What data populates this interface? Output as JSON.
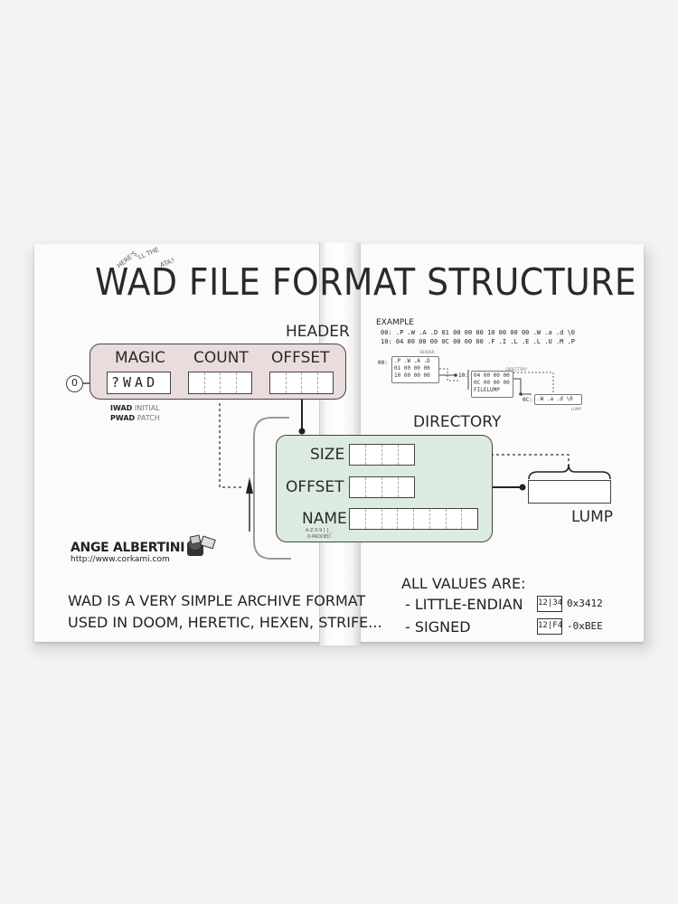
{
  "title": "WAD FILE FORMAT STRUCTURE",
  "title_note_top": "HERE'S",
  "title_note_mid": "'LL THE",
  "title_note_right": "ATA?",
  "header": {
    "label": "HEADER",
    "magic": "MAGIC",
    "count": "COUNT",
    "offset": "OFFSET",
    "magic_value": "?WAD",
    "zero_marker": "0",
    "iwad": "IWAD",
    "iwad_desc": "INITIAL",
    "pwad": "PWAD",
    "pwad_desc": "PATCH"
  },
  "directory": {
    "label": "DIRECTORY",
    "size": "SIZE",
    "offset": "OFFSET",
    "name": "NAME",
    "name_note_1": "A-Z 0-9 [ ] _",
    "name_note_2": "0-PADDED"
  },
  "lump": {
    "label": "LUMP"
  },
  "example": {
    "label": "EXAMPLE",
    "row1_addr": "00:",
    "row1_hex": ".P .W .A .D 01 00 00 00 10 00 00 00 .W .a .d \\0",
    "row2_addr": "10:",
    "row2_hex": "04 00 00 00 0C 00 00 00 .F .I .L .E .L .U .M .P",
    "header_tag": "HEADER",
    "dir_tag": "DIRECTORY",
    "lump_tag": "LUMP",
    "h_addr": "00:",
    "h_line1": ".P .W .A .D",
    "h_line2": "01 00 00 00",
    "h_line3": "10 00 00 00",
    "d_addr": "10:",
    "d_line1": "04 00 00 00",
    "d_line2": "0C 00 00 00",
    "d_line3": "FILELUMP",
    "l_addr": "0C:",
    "l_line1": ".W .a .d \\0"
  },
  "author": {
    "name": "ANGE ALBERTINI",
    "url": "http://www.corkami.com"
  },
  "description": {
    "line1": "WAD IS A VERY SIMPLE ARCHIVE FORMAT",
    "line2": "USED IN DOOM, HERETIC, HEXEN, STRIFE..."
  },
  "values": {
    "heading": "ALL VALUES ARE:",
    "le_label": "- LITTLE-ENDIAN",
    "le_box": "12|34",
    "le_value": "0x3412",
    "signed_label": "- SIGNED",
    "signed_box": "12|F4",
    "signed_value": "-0xBEE"
  },
  "colors": {
    "header_fill": "#eadcdc",
    "directory_fill": "#dcebdf",
    "stroke": "#444444"
  }
}
